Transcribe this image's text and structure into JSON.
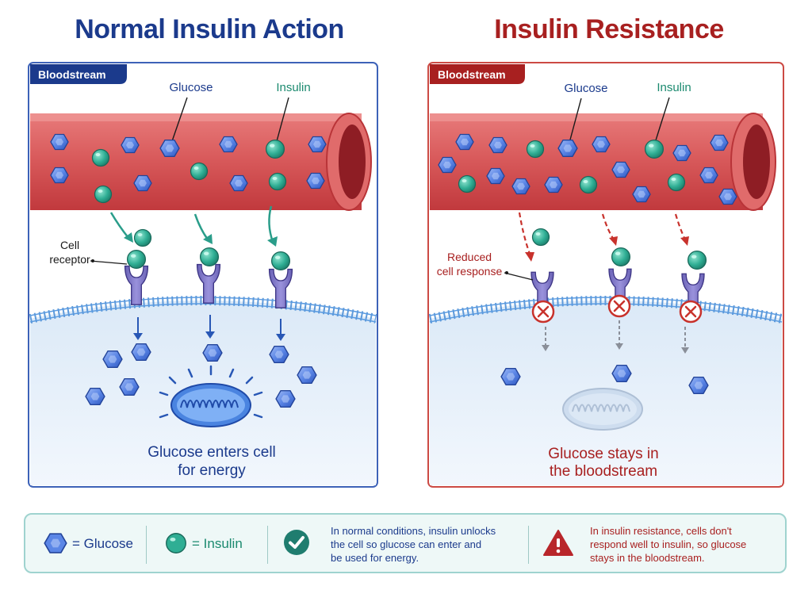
{
  "titles": {
    "left": "Normal Insulin Action",
    "right": "Insulin Resistance"
  },
  "left_panel": {
    "tab": "Bloodstream",
    "glucose_label": "Glucose",
    "insulin_label": "Insulin",
    "receptor_label_line1": "Cell",
    "receptor_label_line2": "receptor",
    "caption_line1": "Glucose enters cell",
    "caption_line2": "for energy"
  },
  "right_panel": {
    "tab": "Bloodstream",
    "glucose_label": "Glucose",
    "insulin_label": "Insulin",
    "response_label_line1": "Reduced",
    "response_label_line2": "cell response",
    "caption_line1": "Glucose stays in",
    "caption_line2": "the bloodstream"
  },
  "legend": {
    "glucose": "= Glucose",
    "insulin": "= Insulin",
    "normal_note": [
      "In normal conditions, insulin unlocks",
      "the cell so glucose can enter and",
      "be used for energy."
    ],
    "resistance_note": [
      "In insulin resistance, cells don't",
      "respond well to insulin, so glucose",
      "stays in the bloodstream."
    ]
  },
  "colors": {
    "normal_accent": "#1b3a8c",
    "resistance_accent": "#a82020",
    "vessel": "#d9585a",
    "glucose": "#5b86e6",
    "insulin": "#2fae94",
    "receptor": "#7a72c2",
    "legend_border": "#9fd3cf"
  },
  "icons": [
    "glucose-hexagon-icon",
    "insulin-sphere-icon",
    "check-circle-icon",
    "warning-triangle-icon",
    "blocked-x-icon",
    "mitochondrion-icon"
  ]
}
